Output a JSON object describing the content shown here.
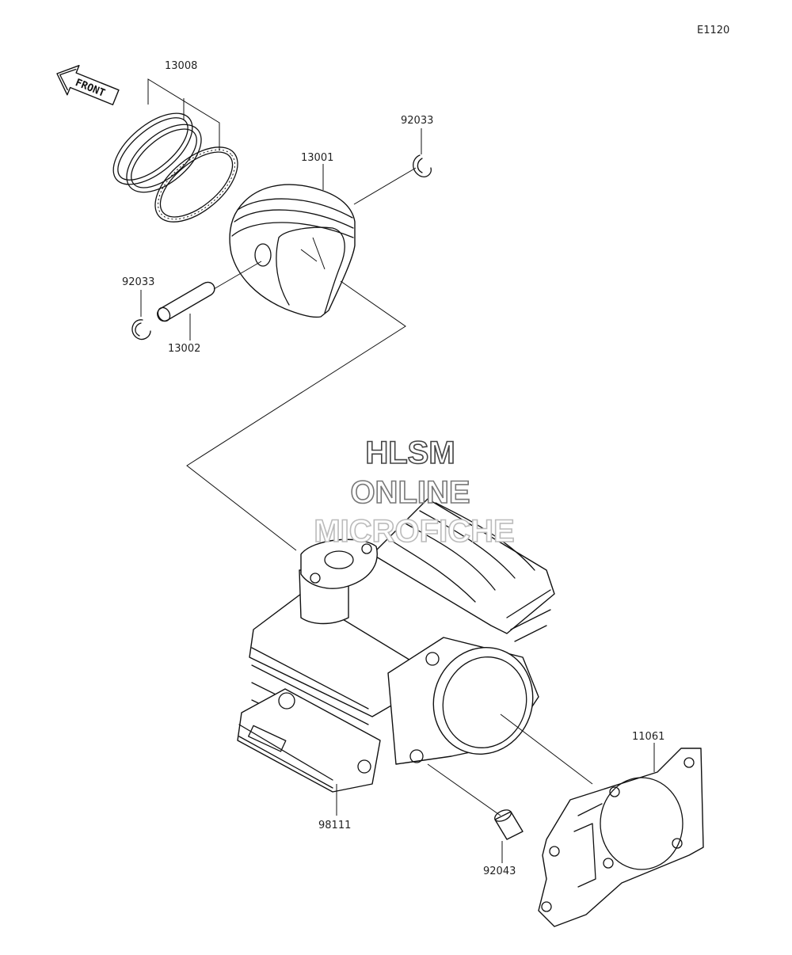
{
  "diagram_code": "E1120",
  "front_label": "FRONT",
  "watermark": {
    "line1": "HLSM",
    "line2": "ONLINE",
    "line3": "MICROFICHE"
  },
  "parts": {
    "piston_ring_set": "13008",
    "piston": "13001",
    "snap_ring_right": "92033",
    "snap_ring_left": "92033",
    "piston_pin": "13002",
    "cylinder_gasket": "11061",
    "cylinder_o_ring": "98111",
    "dowel_pin": "92043"
  },
  "colors": {
    "line": "#111111",
    "watermark_dark": "#444444",
    "watermark_mid": "#777777",
    "watermark_light": "#bbbbbb"
  }
}
